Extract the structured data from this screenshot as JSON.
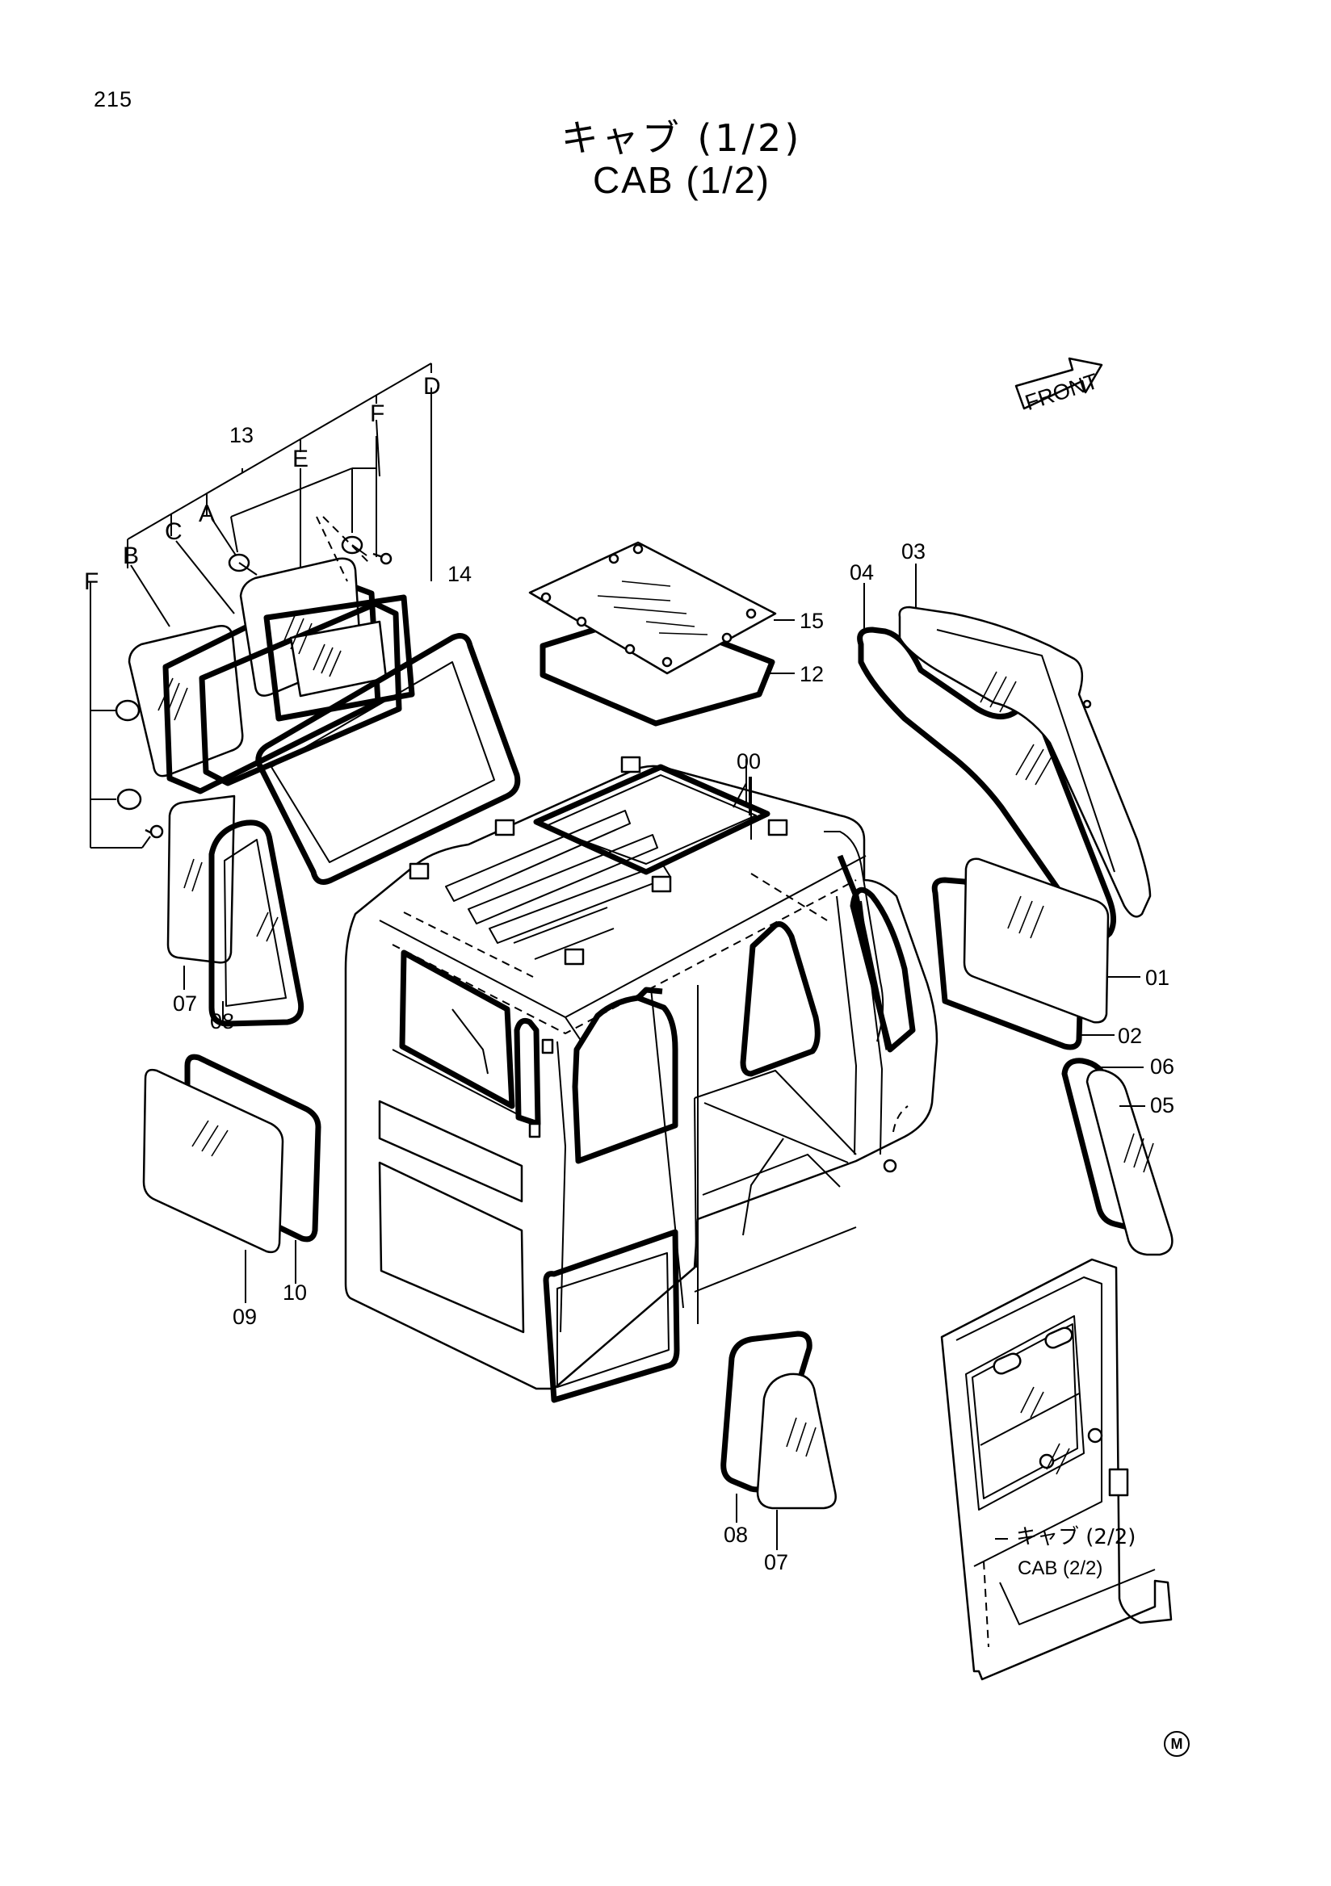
{
  "page_number": "215",
  "title_jp": "キャブ (1/2)",
  "title_en": "CAB (1/2)",
  "front_label": "FRONT",
  "part_labels": {
    "p00": "00",
    "p01": "01",
    "p02": "02",
    "p03": "03",
    "p04": "04",
    "p05": "05",
    "p06": "06",
    "p07": "07",
    "p07b": "07",
    "p08": "08",
    "p08b": "08",
    "p09": "09",
    "p10": "10",
    "p12": "12",
    "p13": "13",
    "p14": "14",
    "p15": "15"
  },
  "letter_labels": {
    "A": "A",
    "B": "B",
    "C": "C",
    "D": "D",
    "E": "E",
    "F1": "F",
    "F2": "F"
  },
  "reference": {
    "jp": "キャブ (2/2)",
    "en": "CAB (2/2)"
  },
  "mark": "M"
}
